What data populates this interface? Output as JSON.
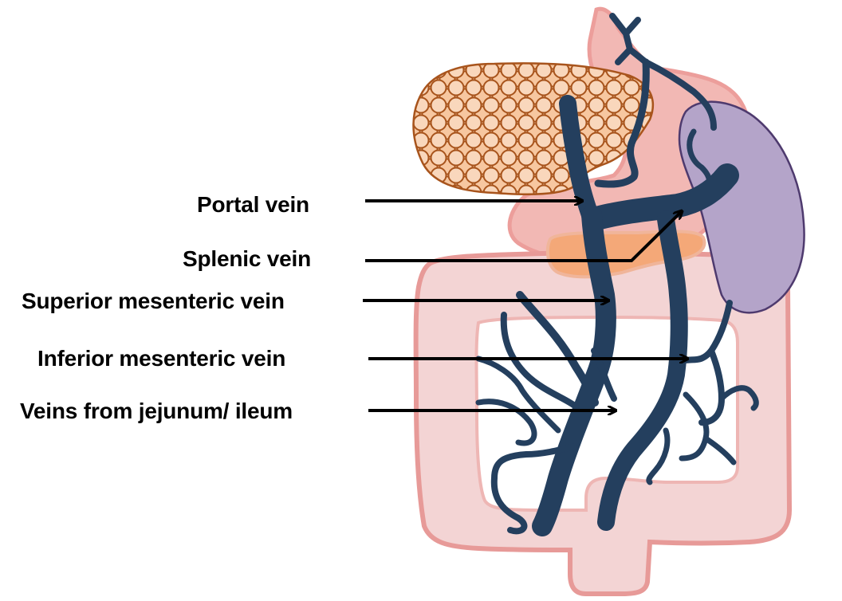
{
  "labels": {
    "portal": "Portal vein",
    "splenic": "Splenic vein",
    "superior": "Superior mesenteric vein",
    "inferior": "Inferior mesenteric vein",
    "jejunum": "Veins from jejunum/ ileum"
  },
  "colors": {
    "vein": "#243f5e",
    "intestine": "#f3d4d4",
    "intestine_edge": "#e79a98",
    "stomach": "#f2b8b4",
    "liver_fill": "#f2c8a8",
    "liver_edge": "#a8541c",
    "spleen": "#b4a4c9",
    "spleen_edge": "#4e3a6e",
    "pancreas": "#f4a878",
    "arrow": "#000000"
  }
}
